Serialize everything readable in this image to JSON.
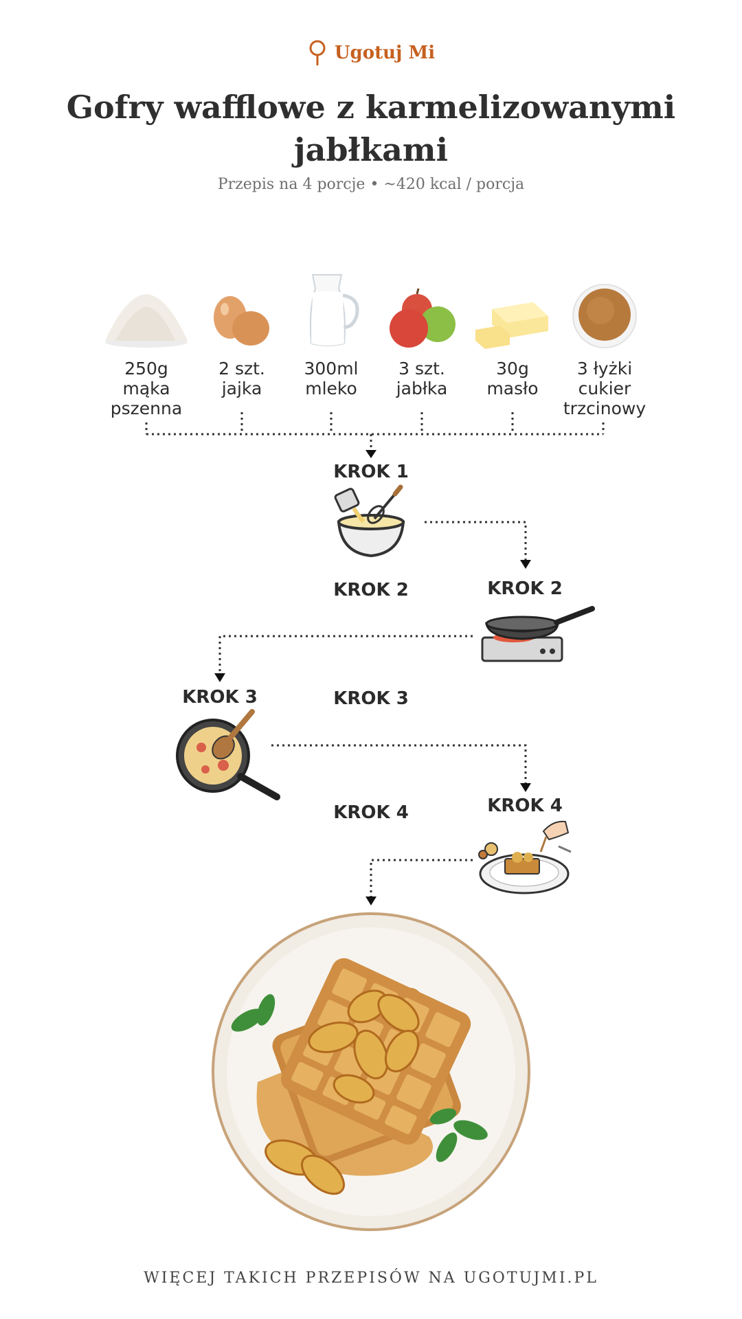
{
  "brand": {
    "name": "Ugotuj Mi",
    "icon": "spoon-logo-icon",
    "color": "#c6601f"
  },
  "recipe": {
    "title": "Gofry wafflowe z karmelizowanymi jabłkami",
    "subtitle": "Przepis na 4 porcje • ~420 kcal / porcja"
  },
  "ingredients": [
    {
      "qty": "250g",
      "name": "mąka pszenna",
      "icon": "flour-icon"
    },
    {
      "qty": "2 szt.",
      "name": "jajka",
      "icon": "eggs-icon"
    },
    {
      "qty": "300ml",
      "name": "mleko",
      "icon": "milk-jug-icon"
    },
    {
      "qty": "3 szt.",
      "name": "jabłka",
      "icon": "apples-icon"
    },
    {
      "qty": "30g",
      "name": "masło",
      "icon": "butter-icon"
    },
    {
      "qty": "3 łyżki",
      "name": "cukier trzcinowy",
      "icon": "brown-sugar-icon"
    }
  ],
  "steps": {
    "krok1": "KROK 1",
    "krok2a": "KROK 2",
    "krok2b": "KROK 2",
    "krok3a": "KROK 3",
    "krok3b": "KROK 3",
    "krok4a": "KROK 4",
    "krok4b": "KROK 4"
  },
  "step_icons": [
    "mixing-bowl-icon",
    "frying-pan-stove-icon",
    "caramelizing-pan-icon",
    "plating-icon"
  ],
  "final_image": "waffles-with-caramelized-apples-plate",
  "footer": "WIĘCEJ TAKICH PRZEPISÓW NA UGOTUJMI.PL"
}
